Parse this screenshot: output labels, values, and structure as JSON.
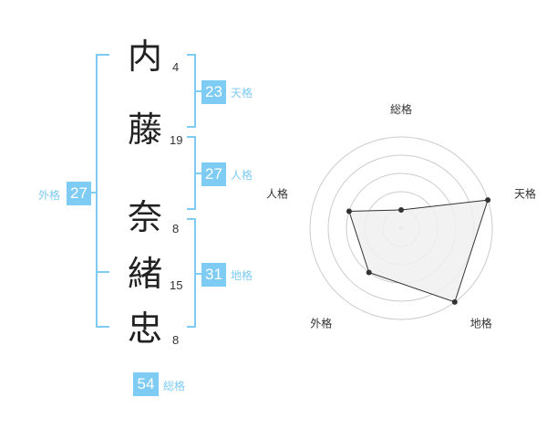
{
  "name": {
    "characters": [
      {
        "char": "内",
        "strokes": "4"
      },
      {
        "char": "藤",
        "strokes": "19"
      },
      {
        "char": "奈",
        "strokes": "8"
      },
      {
        "char": "緒",
        "strokes": "15"
      },
      {
        "char": "忠",
        "strokes": "8"
      }
    ]
  },
  "fortunes": {
    "tenkaku": {
      "value": "23",
      "label": "天格"
    },
    "jinkaku": {
      "value": "27",
      "label": "人格"
    },
    "chikaku": {
      "value": "31",
      "label": "地格"
    },
    "gaikaku": {
      "value": "27",
      "label": "外格"
    },
    "soukaku": {
      "value": "54",
      "label": "総格"
    }
  },
  "colors": {
    "accent": "#7ecbf3",
    "polygon_fill": "#f0f0f0",
    "polygon_stroke": "#333333",
    "grid": "#cccccc"
  },
  "chart_data": {
    "type": "radar",
    "axes": [
      "総格",
      "天格",
      "地格",
      "外格",
      "人格"
    ],
    "values": [
      1,
      5,
      5,
      3,
      3
    ],
    "range": [
      0,
      5
    ],
    "grid_levels": 5
  }
}
